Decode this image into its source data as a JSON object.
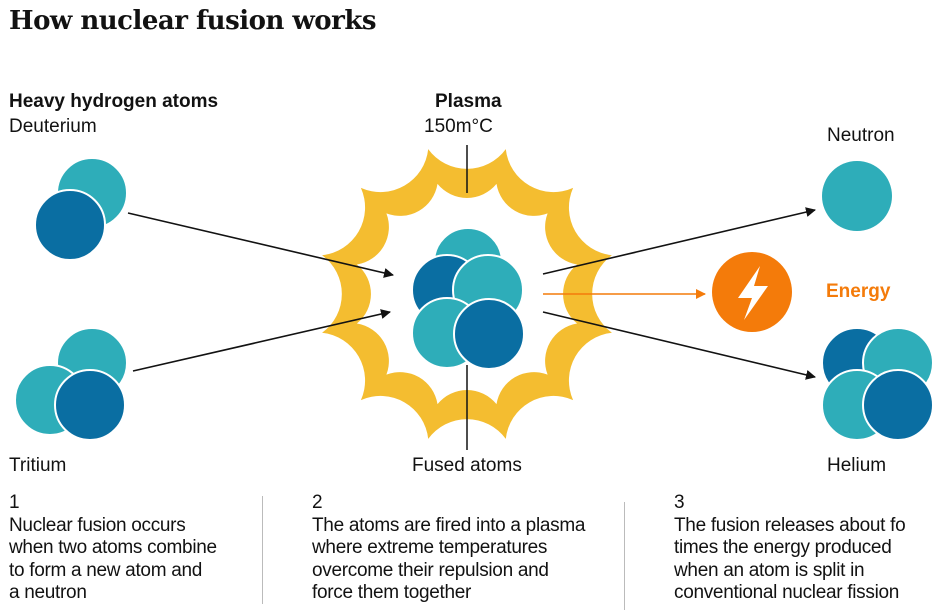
{
  "title": "How nuclear fusion works",
  "labels": {
    "heavy": "Heavy hydrogen atoms",
    "deuterium": "Deuterium",
    "tritium": "Tritium",
    "plasma": "Plasma",
    "temp": "150m°C",
    "fused": "Fused atoms",
    "neutron": "Neutron",
    "energy": "Energy",
    "helium": "Helium"
  },
  "steps": [
    {
      "num": "1",
      "lines": [
        "Nuclear fusion occurs",
        "when two atoms combine",
        "to form a new atom and",
        "a neutron"
      ]
    },
    {
      "num": "2",
      "lines": [
        "The atoms are fired into a plasma",
        "where extreme temperatures",
        "overcome their repulsion and",
        "force them together"
      ]
    },
    {
      "num": "3",
      "lines": [
        "The fusion releases about fo",
        "times the energy produced",
        "when an atom is split in",
        "conventional nuclear fission"
      ]
    }
  ],
  "colors": {
    "teal": "#2eadb9",
    "blue": "#0a6ea2",
    "plasma": "#f4bd30",
    "energy": "#f47b0a"
  }
}
